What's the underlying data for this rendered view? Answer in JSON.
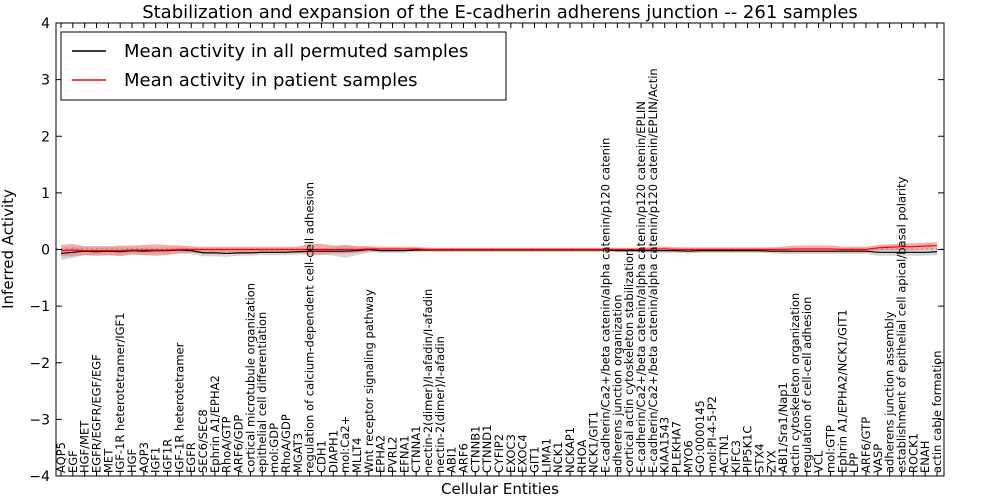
{
  "chart_data": {
    "type": "line",
    "title": "Stabilization and expansion of the E-cadherin adherens junction -- 261 samples",
    "xlabel": "Cellular Entities",
    "ylabel": "Inferred Activity",
    "ylim": [
      -4,
      4
    ],
    "yticks": [
      "4",
      "3",
      "2",
      "1",
      "0",
      "−1",
      "−2",
      "−3",
      "−4"
    ],
    "grid": false,
    "legend_position": "top-left",
    "colors": {
      "permuted": "#000000",
      "patient": "#ff0000",
      "permuted_band": "#c8c8c8",
      "patient_band": "#f08080"
    },
    "categories": [
      "AQP5",
      "EGF",
      "HGF/MET",
      "EGFR/EGFR/EGF/EGF",
      "MET",
      "IGF-1R heterotetramer/IGF1",
      "HGF",
      "AQP3",
      "IGF1",
      "IGF1R",
      "IGF-1R heterotetramer",
      "EGFR",
      "SEC6/SEC8",
      "Ephrin A1/EPHA2",
      "RhoA/GTP",
      "ARF6/GDP",
      "cortical microtubule organization",
      "epithelial cell differentiation",
      "mol:GDP",
      "RhoA/GDP",
      "MGAT3",
      "regulation of calcium-dependent cell-cell adhesion",
      "CDH1",
      "DIAPH1",
      "mol:Ca2+",
      "MLLT4",
      "Wnt receptor signaling pathway",
      "EPHA2",
      "PVRL2",
      "EFNA1",
      "CTNNA1",
      "nectin-2(dimer)/I-afadin/I-afadin",
      "nectin-2(dimer)/I-afadin",
      "ABI1",
      "ARF6",
      "CTNNB1",
      "CTNND1",
      "CYFIP2",
      "EXOC3",
      "EXOC4",
      "GIT1",
      "LIMA1",
      "NCK1",
      "NCKAP1",
      "RHOA",
      "NCK1/GIT1",
      "E-cadherin/Ca2+/beta catenin/alpha catenin/p120 catenin",
      "adherens junction organization",
      "cortical actin cytoskeleton stabilization",
      "E-cadherin/Ca2+/beta catenin/alpha catenin/p120 catenin/EPLIN",
      "E-cadherin/Ca2+/beta catenin/alpha catenin/p120 catenin/EPLIN/Actin",
      "KIAA1543",
      "PLEKHA7",
      "MYO6",
      "GO:0000145",
      "mol:PI-4-5-P2",
      "ACTN1",
      "KIFC3",
      "PIP5K1C",
      "STX4",
      "ZYX",
      "ABI1/Sra1/Nap1",
      "actin cytoskeleton organization",
      "regulation of cell-cell adhesion",
      "VCL",
      "mol:GTP",
      "Ephrin A1/EPHA2/NCK1/GIT1",
      "LPP",
      "ARF6/GTP",
      "VASP",
      "adherens junction assembly",
      "establishment of epithelial cell apical/basal polarity",
      "ROCK1",
      "ENAH",
      "actin cable formation"
    ],
    "series": [
      {
        "name": "Mean activity in all permuted samples",
        "color": "#000000",
        "values": [
          -0.07,
          -0.05,
          -0.03,
          -0.04,
          -0.03,
          -0.04,
          -0.02,
          -0.03,
          -0.02,
          -0.02,
          -0.01,
          -0.02,
          -0.06,
          -0.06,
          -0.07,
          -0.06,
          -0.06,
          -0.05,
          -0.05,
          -0.05,
          -0.04,
          -0.03,
          -0.03,
          -0.03,
          -0.03,
          -0.02,
          0.0,
          -0.02,
          -0.02,
          -0.02,
          -0.01,
          -0.01,
          -0.01,
          -0.01,
          -0.01,
          -0.01,
          -0.01,
          -0.01,
          -0.01,
          -0.01,
          -0.01,
          -0.01,
          -0.01,
          -0.01,
          -0.01,
          -0.01,
          -0.01,
          -0.02,
          -0.02,
          -0.02,
          -0.02,
          -0.02,
          -0.02,
          -0.03,
          -0.02,
          -0.02,
          -0.02,
          -0.02,
          -0.02,
          -0.02,
          -0.03,
          -0.03,
          -0.03,
          -0.03,
          -0.03,
          -0.03,
          -0.03,
          -0.03,
          -0.03,
          -0.05,
          -0.05,
          -0.05,
          -0.05,
          -0.05,
          -0.04
        ],
        "band": [
          0.11,
          0.1,
          0.07,
          0.08,
          0.07,
          0.08,
          0.06,
          0.06,
          0.06,
          0.06,
          0.05,
          0.06,
          0.06,
          0.06,
          0.06,
          0.05,
          0.05,
          0.05,
          0.05,
          0.05,
          0.05,
          0.05,
          0.05,
          0.08,
          0.12,
          0.08,
          0.05,
          0.04,
          0.04,
          0.04,
          0.03,
          0.03,
          0.03,
          0.03,
          0.03,
          0.03,
          0.03,
          0.03,
          0.03,
          0.03,
          0.03,
          0.03,
          0.03,
          0.03,
          0.03,
          0.03,
          0.03,
          0.03,
          0.03,
          0.03,
          0.04,
          0.04,
          0.04,
          0.04,
          0.04,
          0.04,
          0.04,
          0.04,
          0.04,
          0.04,
          0.04,
          0.05,
          0.05,
          0.05,
          0.05,
          0.05,
          0.05,
          0.05,
          0.05,
          0.06,
          0.06,
          0.06,
          0.06,
          0.06,
          0.06
        ]
      },
      {
        "name": "Mean activity in patient samples",
        "color": "#ff0000",
        "values": [
          -0.02,
          -0.01,
          -0.02,
          -0.02,
          -0.02,
          -0.02,
          -0.01,
          -0.01,
          -0.01,
          -0.01,
          0.0,
          0.0,
          0.0,
          0.0,
          0.0,
          0.0,
          0.0,
          0.0,
          0.0,
          0.0,
          0.0,
          0.0,
          0.0,
          0.0,
          0.0,
          0.0,
          0.01,
          0.01,
          0.01,
          0.01,
          0.01,
          0.0,
          0.0,
          0.0,
          0.0,
          0.0,
          0.0,
          0.0,
          0.0,
          0.0,
          0.0,
          0.0,
          0.0,
          0.0,
          0.0,
          0.0,
          0.0,
          0.0,
          0.0,
          0.0,
          0.01,
          0.01,
          0.0,
          0.0,
          0.0,
          0.0,
          0.0,
          0.0,
          0.0,
          0.0,
          0.0,
          0.0,
          0.01,
          0.01,
          0.01,
          0.01,
          0.0,
          0.0,
          0.0,
          0.03,
          0.04,
          0.05,
          0.05,
          0.06,
          0.07
        ],
        "band": [
          0.1,
          0.11,
          0.08,
          0.08,
          0.08,
          0.09,
          0.08,
          0.09,
          0.1,
          0.09,
          0.07,
          0.06,
          0.05,
          0.05,
          0.05,
          0.05,
          0.05,
          0.05,
          0.05,
          0.05,
          0.05,
          0.1,
          0.1,
          0.07,
          0.07,
          0.06,
          0.05,
          0.04,
          0.04,
          0.04,
          0.04,
          0.03,
          0.03,
          0.03,
          0.03,
          0.03,
          0.03,
          0.03,
          0.03,
          0.03,
          0.03,
          0.03,
          0.03,
          0.03,
          0.03,
          0.03,
          0.03,
          0.03,
          0.03,
          0.03,
          0.04,
          0.04,
          0.04,
          0.04,
          0.04,
          0.04,
          0.04,
          0.04,
          0.04,
          0.04,
          0.04,
          0.05,
          0.06,
          0.06,
          0.06,
          0.06,
          0.05,
          0.05,
          0.05,
          0.05,
          0.05,
          0.06,
          0.06,
          0.06,
          0.06
        ]
      }
    ]
  }
}
